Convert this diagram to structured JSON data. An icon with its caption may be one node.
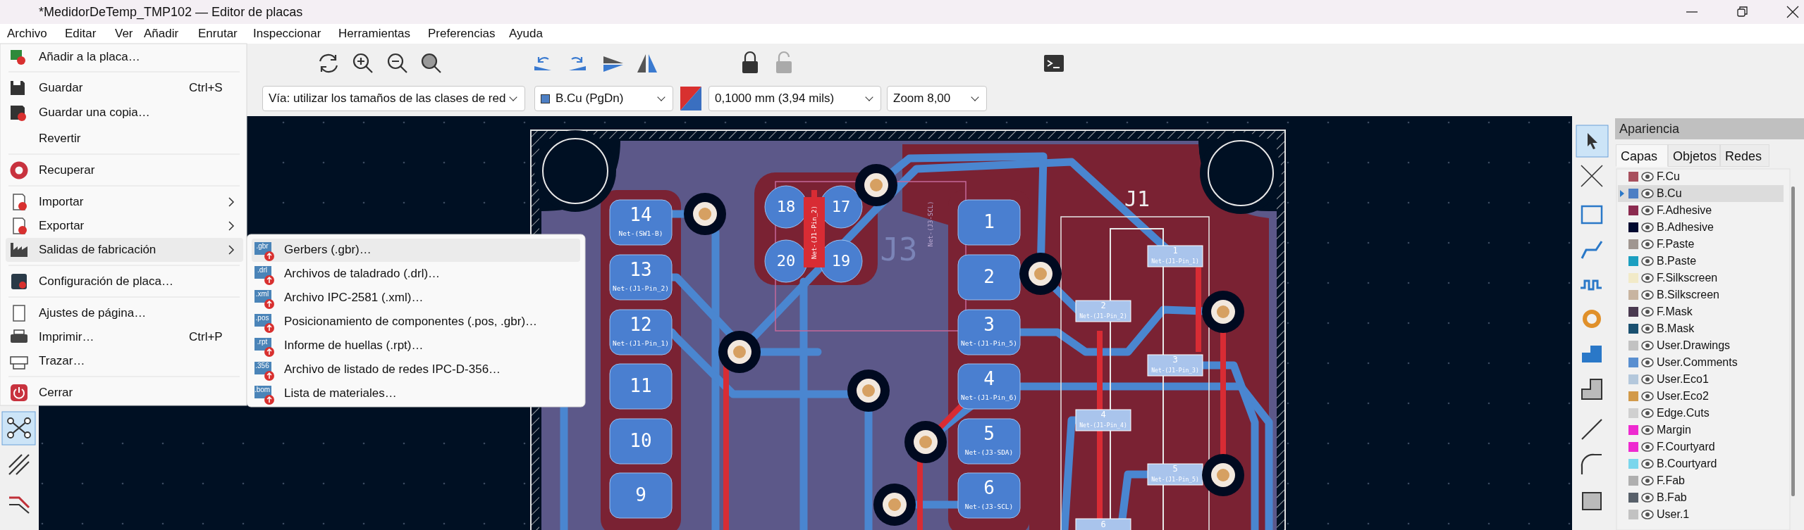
{
  "diagram": {
    "title": "*MedidorDeTemp_TMP102 — Editor de placas",
    "labels": [
      "Archivo",
      "Editar",
      "Ver",
      "Añadir",
      "Enrutar",
      "Inspeccionar",
      "Herramientas",
      "Preferencias",
      "Ayuda",
      "Vía: utilizar los tamaños de las clases de red",
      "B.Cu (PgDn)",
      "0,1000 mm (3,94 mils)",
      "Zoom 8,00",
      "Añadir a la placa…",
      "Guardar",
      "Ctrl+S",
      "Guardar una copia…",
      "Revertir",
      "Recuperar",
      "Importar",
      "Exportar",
      "Salidas de fabricación",
      "Configuración de placa…",
      "Ajustes de página…",
      "Imprimir…",
      "Ctrl+P",
      "Trazar…",
      "Cerrar",
      "Gerbers (.gbr)…",
      "Archivos de taladrado (.drl)…",
      "Archivo IPC-2581 (.xml)…",
      "Posicionamiento de componentes (.pos, .gbr)…",
      "Informe de huellas (.rpt)…",
      "Archivo de listado de redes IPC-D-356…",
      "Lista de materiales…",
      ".gbr",
      ".drl",
      ".xml",
      ".pos",
      ".rpt",
      ".356",
      ".bom",
      "Apariencia",
      "Capas",
      "Objetos",
      "Redes",
      "14",
      "Net-(SW1-B)",
      "13",
      "Net-(J1-Pin_2)",
      "12",
      "Net-(J1-Pin_1)",
      "11",
      "10",
      "9",
      "1",
      "2",
      "3",
      "Net-(J1-Pin_5)",
      "4",
      "Net-(J1-Pin_6)",
      "5",
      "Net-(J3-SDA)",
      "6",
      "Net-(J3-SCL)",
      "18",
      "17",
      "20",
      "19",
      "1",
      "Net-(J1-Pin_1)",
      "2",
      "Net-(J1-Pin_2)",
      "3",
      "Net-(J1-Pin_3)",
      "4",
      "Net-(J1-Pin_4)",
      "5",
      "Net-(J1-Pin_5)",
      "6",
      "J1",
      "J3",
      "Net-(J1-Pin_2)",
      "Net-(J3-SCL)"
    ],
    "legend": [
      {
        "text": "F.Cu",
        "color": "#a8505e"
      },
      {
        "text": "B.Cu",
        "color": "#4d7fc4"
      },
      {
        "text": "F.Adhesive",
        "color": "#8b2a4f"
      },
      {
        "text": "B.Adhesive",
        "color": "#000a30"
      },
      {
        "text": "F.Paste",
        "color": "#a09690"
      },
      {
        "text": "B.Paste",
        "color": "#1c9fc0"
      },
      {
        "text": "F.Silkscreen",
        "color": "#f2eac8"
      },
      {
        "text": "B.Silkscreen",
        "color": "#c8b4a0"
      },
      {
        "text": "F.Mask",
        "color": "#4a3a50"
      },
      {
        "text": "B.Mask",
        "color": "#1a5070"
      },
      {
        "text": "User.Drawings",
        "color": "#c2c2c2"
      },
      {
        "text": "User.Comments",
        "color": "#5a8fd0"
      },
      {
        "text": "User.Eco1",
        "color": "#b4c8dc"
      },
      {
        "text": "User.Eco2",
        "color": "#d29a4a"
      },
      {
        "text": "Edge.Cuts",
        "color": "#d0d0d0"
      },
      {
        "text": "Margin",
        "color": "#ee2ad0"
      },
      {
        "text": "F.Courtyard",
        "color": "#ee2ad0"
      },
      {
        "text": "B.Courtyard",
        "color": "#7ad6ec"
      },
      {
        "text": "F.Fab",
        "color": "#afafaf"
      },
      {
        "text": "B.Fab",
        "color": "#58606a"
      },
      {
        "text": "User.1",
        "color": "#c2c2c2"
      }
    ]
  }
}
